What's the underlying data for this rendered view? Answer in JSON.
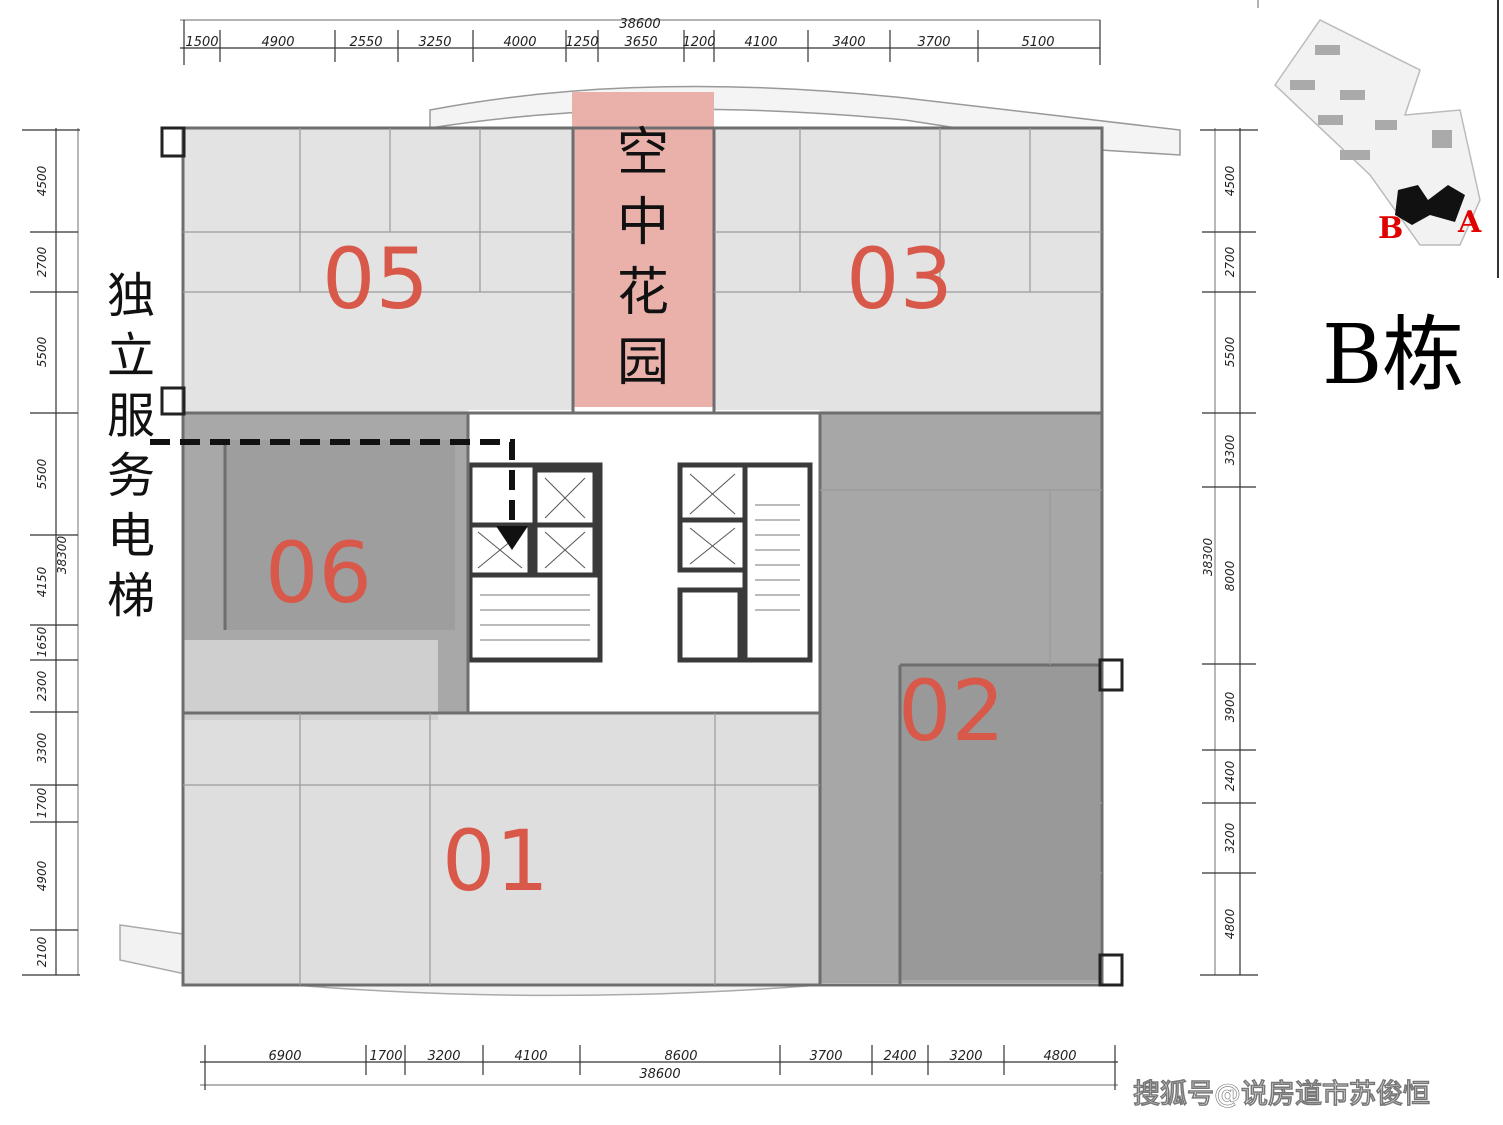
{
  "title": "B栋",
  "watermark": "搜狐号@说房道市苏俊恒",
  "units": [
    "05",
    "03",
    "06",
    "02",
    "01"
  ],
  "garden_chars": [
    "空",
    "中",
    "花",
    "园"
  ],
  "service_elevator_chars": [
    "独",
    "立",
    "服",
    "务",
    "电",
    "梯"
  ],
  "key_map": {
    "a_label": "A",
    "b_label": "B"
  },
  "dims": {
    "top_total": "38600",
    "top": [
      "1500",
      "4900",
      "2550",
      "3250",
      "4000",
      "1250",
      "3650",
      "1200",
      "4100",
      "3400",
      "3700",
      "5100"
    ],
    "bottom_total": "38600",
    "bottom": [
      "6900",
      "1700",
      "3200",
      "4100",
      "8600",
      "3700",
      "2400",
      "3200",
      "4800"
    ],
    "left_total": "38300",
    "left": [
      "4500",
      "2700",
      "5500",
      "5500",
      "4150",
      "1650",
      "2300",
      "3300",
      "1700",
      "4900",
      "2100"
    ],
    "right_total": "38300",
    "right": [
      "4500",
      "2700",
      "5500",
      "3300",
      "8000",
      "3900",
      "2400",
      "3200",
      "4800"
    ]
  },
  "colors": {
    "unit_number": "#d8594a",
    "garden": "#eab0aa",
    "key_red": "#e00000"
  }
}
